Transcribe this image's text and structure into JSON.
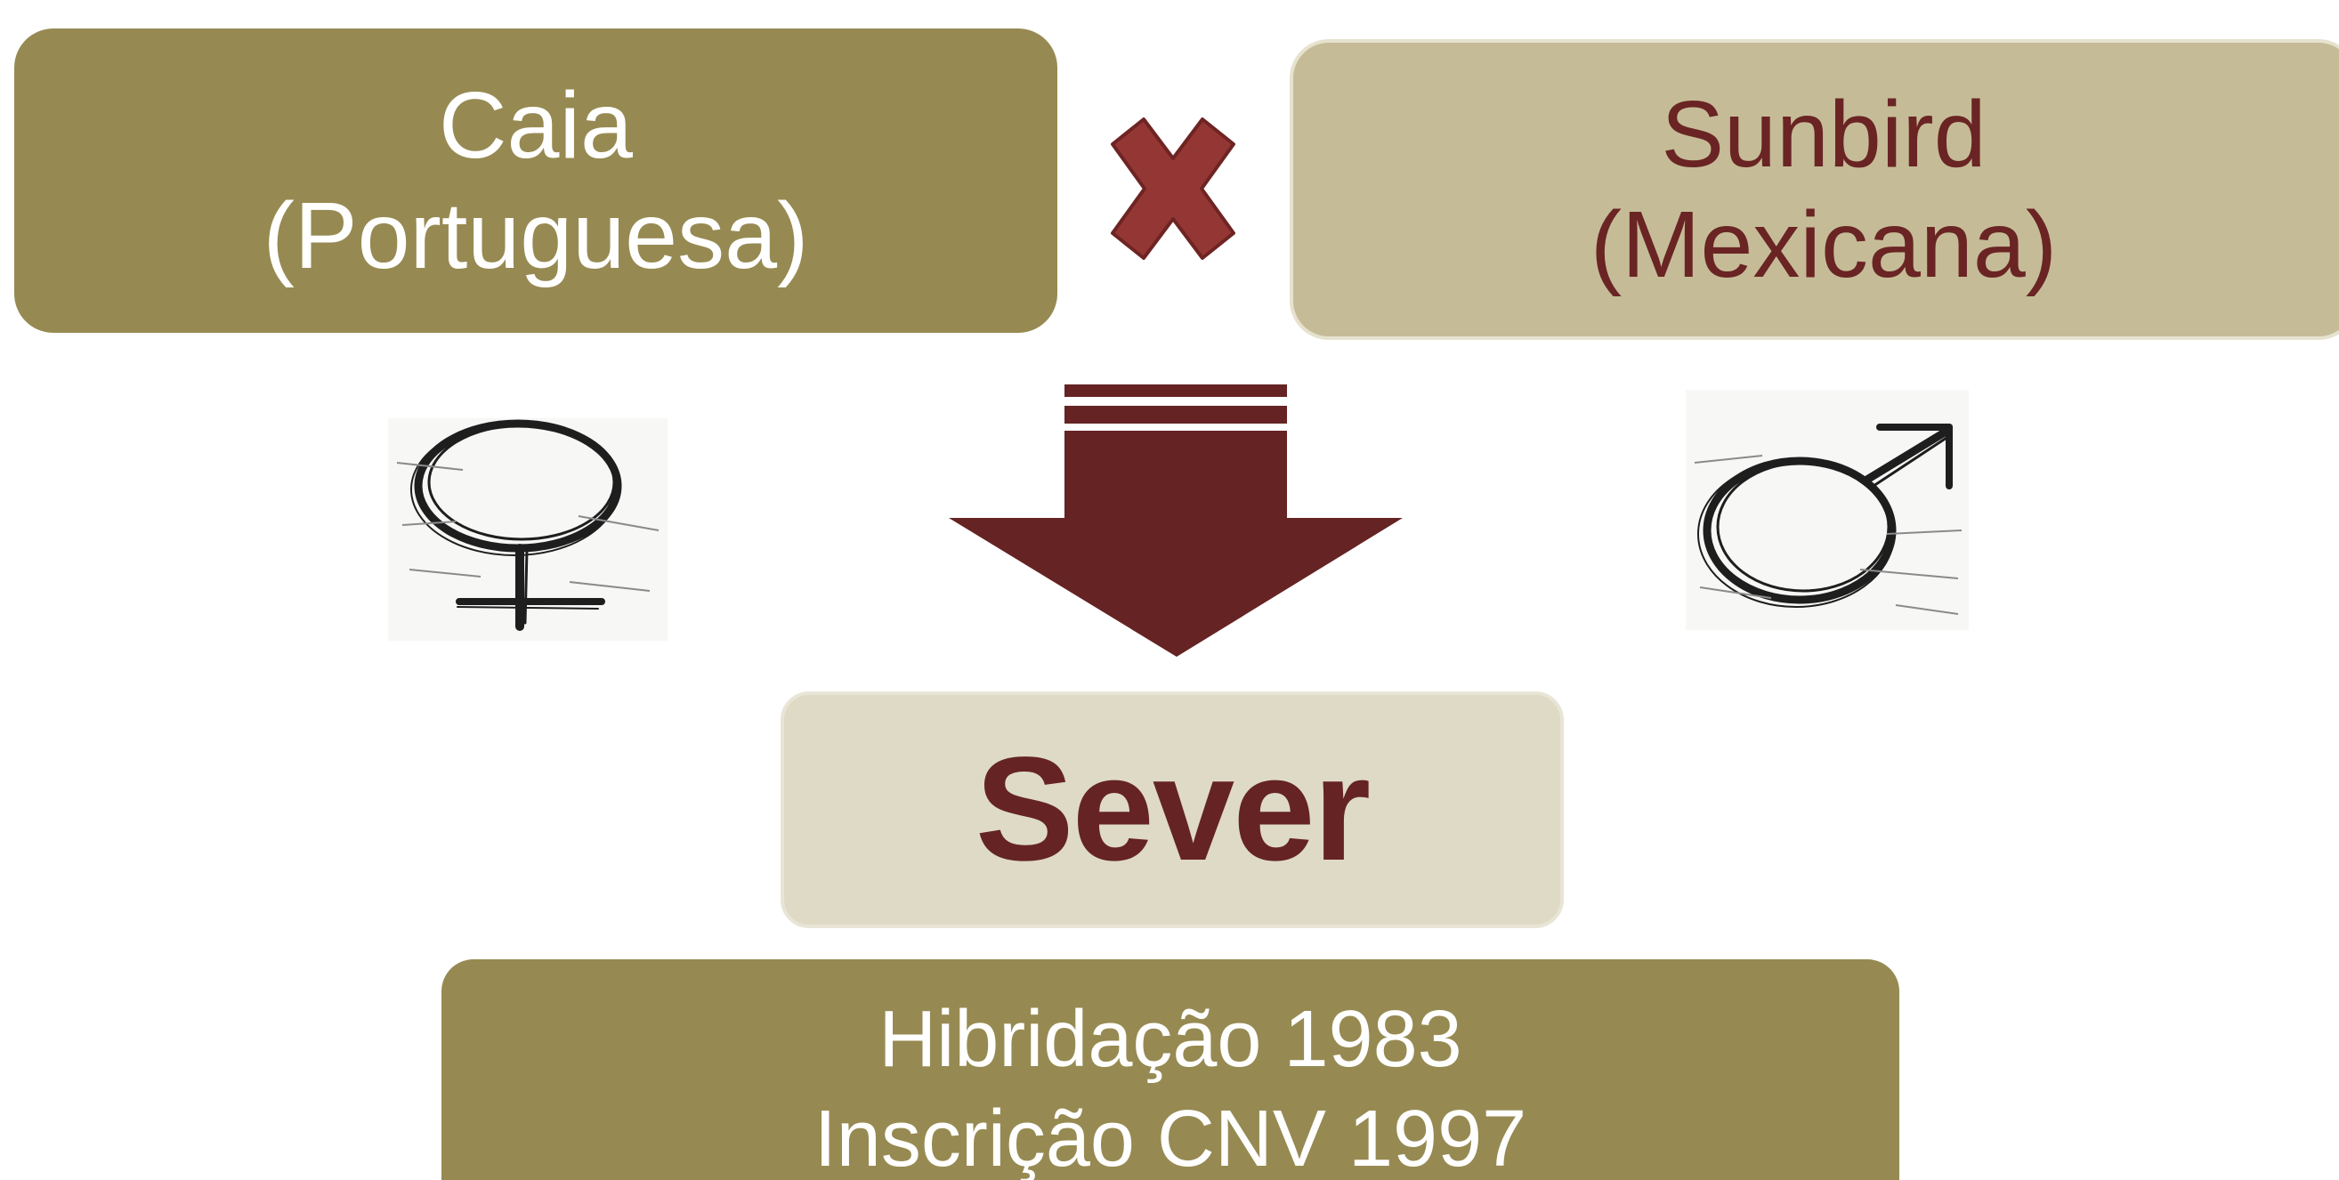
{
  "parents": {
    "female": {
      "name": "Caia",
      "origin": "(Portuguesa)",
      "color": "#968a52",
      "symbol": "female-symbol-icon"
    },
    "male": {
      "name": "Sunbird",
      "origin": "(Mexicana)",
      "color": "#c5bc97",
      "symbol": "male-symbol-icon"
    }
  },
  "cross_icon": "cross-x-icon",
  "arrow_icon": "down-arrow-icon",
  "offspring": {
    "name": "Sever",
    "color": "#652324"
  },
  "history": {
    "line1": "Hibridação 1983",
    "line2": "Inscrição CNV 1997"
  }
}
